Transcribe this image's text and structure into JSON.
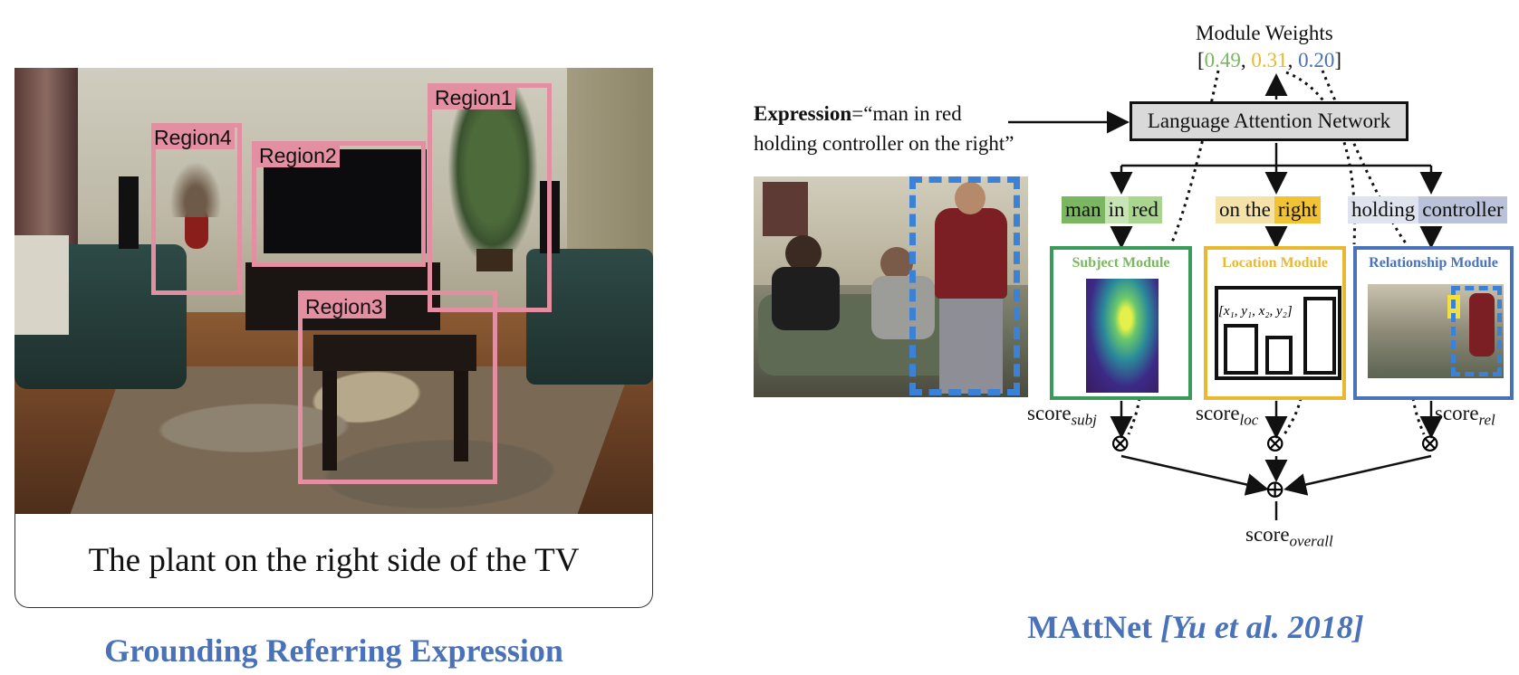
{
  "left": {
    "regions": [
      {
        "label": "Region1"
      },
      {
        "label": "Region2"
      },
      {
        "label": "Region3"
      },
      {
        "label": "Region4"
      }
    ],
    "caption": "The plant on the right side of the TV",
    "title": "Grounding Referring Expression"
  },
  "right": {
    "module_weights_label": "Module Weights",
    "weights": [
      {
        "value": "0.49",
        "color": "#7bb661"
      },
      {
        "value": "0.31",
        "color": "#e8b830"
      },
      {
        "value": "0.20",
        "color": "#4a72b8"
      }
    ],
    "expression_bold": "Expression",
    "expression_line1": "=“man in red",
    "expression_line2": "holding controller  on the right”",
    "lan_label": "Language Attention Network",
    "phrases": {
      "subject": [
        "man",
        "in",
        "red"
      ],
      "location": [
        "on the",
        "right"
      ],
      "relationship": [
        "holding",
        "controller"
      ]
    },
    "modules": [
      {
        "title": "Subject Module",
        "color": "#3a9a5a"
      },
      {
        "title": "Location Module",
        "color": "#e8b830"
      },
      {
        "title": "Relationship Module",
        "color": "#4a72b8"
      }
    ],
    "location_formula": "[x₁, y₁, x₂, y₂]",
    "scores": {
      "subj_base": "score",
      "subj_sub": "subj",
      "loc_base": "score",
      "loc_sub": "loc",
      "rel_base": "score",
      "rel_sub": "rel",
      "overall_base": "score",
      "overall_sub": "overall"
    },
    "otimes": "⊗",
    "oplus": "⊕",
    "title_main": "MAttNet",
    "title_cite": "[Yu et al. 2018]"
  }
}
